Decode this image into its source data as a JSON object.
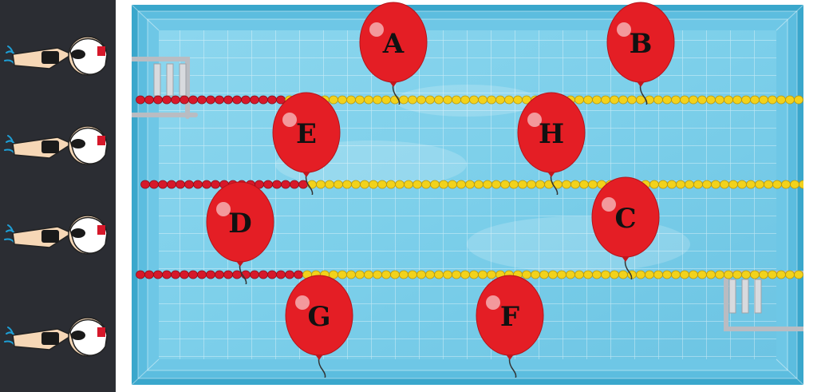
{
  "game": {
    "type": "balloon-pop-pool",
    "colors": {
      "background": "#2b2d33",
      "pool_water": "#7fd0ea",
      "pool_border": "#3aa7cc",
      "balloon": "#e41e25",
      "rope_red": "#d6182a",
      "rope_yellow": "#f2d21b",
      "swim_cap": "#ffffff"
    },
    "swimmers": [
      {
        "id": "swimmer-1",
        "icon": "swimmer-icon"
      },
      {
        "id": "swimmer-2",
        "icon": "swimmer-icon"
      },
      {
        "id": "swimmer-3",
        "icon": "swimmer-icon"
      },
      {
        "id": "swimmer-4",
        "icon": "swimmer-icon"
      }
    ],
    "balloons": [
      {
        "label": "A"
      },
      {
        "label": "B"
      },
      {
        "label": "C"
      },
      {
        "label": "D"
      },
      {
        "label": "E"
      },
      {
        "label": "F"
      },
      {
        "label": "G"
      },
      {
        "label": "H"
      }
    ]
  }
}
